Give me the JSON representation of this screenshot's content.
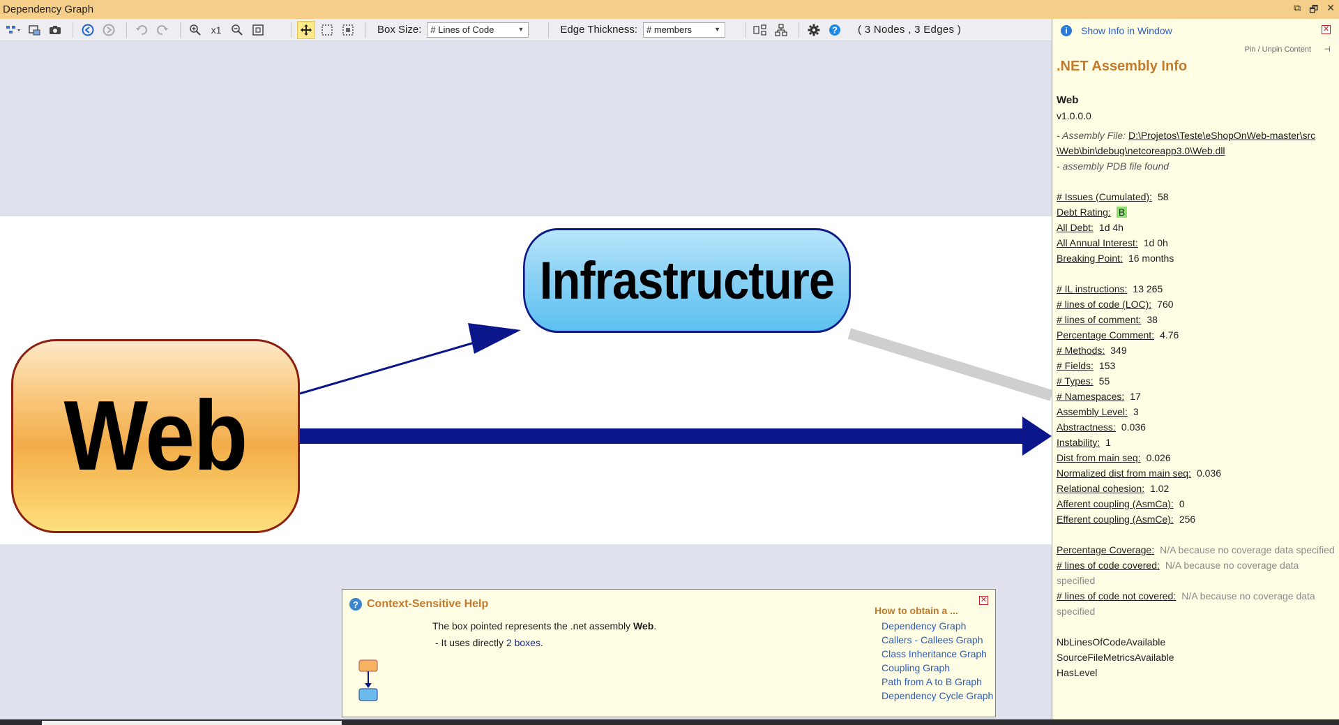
{
  "window": {
    "title": "Dependency Graph",
    "controls": [
      "⧉",
      "🗗",
      "✕"
    ]
  },
  "toolbar": {
    "zoom_label": "x1",
    "box_size_label": "Box Size:",
    "box_size_value": "# Lines of Code",
    "edge_thickness_label": "Edge Thickness:",
    "edge_thickness_value": "# members",
    "status": "( 3 Nodes , 3 Edges )"
  },
  "graph": {
    "nodes": {
      "infrastructure": "Infrastructure",
      "web": "Web"
    },
    "colors": {
      "edge": "#0a1689",
      "edge_grey": "#cfcfcf",
      "web_border": "#8b1f10",
      "infra_border": "#0c1a8a"
    }
  },
  "help": {
    "title": "Context-Sensitive Help",
    "line1_prefix": "The box pointed represents the .net assembly",
    "line1_name": "Web",
    "line2_prefix": "- It uses directly",
    "line2_count": "2 boxes",
    "how_title": "How to obtain a ...",
    "links": [
      "Dependency Graph",
      "Callers - Callees Graph",
      "Class Inheritance Graph",
      "Coupling Graph",
      "Path from A to B Graph",
      "Dependency Cycle Graph"
    ]
  },
  "info": {
    "show_in_window": "Show Info in Window",
    "pin_label": "Pin / Unpin Content",
    "title": ".NET Assembly Info",
    "assembly_name": "Web",
    "version": "v1.0.0.0",
    "file_label": "- Assembly File:",
    "file_path_1": "D:\\Projetos\\Teste\\eShopOnWeb-master\\src",
    "file_path_2": "\\Web\\bin\\debug\\netcoreapp3.0\\Web.dll",
    "pdb": "- assembly PDB file found",
    "group1": [
      {
        "k": "# Issues (Cumulated):",
        "v": "58"
      },
      {
        "k": "Debt Rating:",
        "v": "B"
      },
      {
        "k": "All Debt:",
        "v": "1d  4h"
      },
      {
        "k": "All Annual Interest:",
        "v": "1d  0h"
      },
      {
        "k": "Breaking Point:",
        "v": "16 months"
      }
    ],
    "group2": [
      {
        "k": "# IL instructions:",
        "v": "13 265"
      },
      {
        "k": "# lines of code (LOC):",
        "v": "760"
      },
      {
        "k": "# lines of comment:",
        "v": "38"
      },
      {
        "k": "Percentage Comment:",
        "v": "4.76"
      },
      {
        "k": "# Methods:",
        "v": "349"
      },
      {
        "k": "# Fields:",
        "v": "153"
      },
      {
        "k": "# Types:",
        "v": "55"
      },
      {
        "k": "# Namespaces:",
        "v": "17"
      },
      {
        "k": "Assembly Level:",
        "v": "3"
      },
      {
        "k": "Abstractness:",
        "v": "0.036"
      },
      {
        "k": "Instability:",
        "v": "1"
      },
      {
        "k": "Dist from main seq:",
        "v": "0.026"
      },
      {
        "k": "Normalized dist from main seq:",
        "v": "0.036"
      },
      {
        "k": "Relational cohesion:",
        "v": "1.02"
      },
      {
        "k": "Afferent coupling (AsmCa):",
        "v": "0"
      },
      {
        "k": "Efferent coupling (AsmCe):",
        "v": "256"
      }
    ],
    "group3": [
      {
        "k": "Percentage Coverage:",
        "v": "N/A because no coverage data specified"
      },
      {
        "k": "# lines of code covered:",
        "v": "N/A because no coverage data specified"
      },
      {
        "k": "# lines of code not covered:",
        "v": "N/A because no coverage data specified"
      }
    ],
    "flags": [
      "NbLinesOfCodeAvailable",
      "SourceFileMetricsAvailable",
      "HasLevel"
    ]
  }
}
